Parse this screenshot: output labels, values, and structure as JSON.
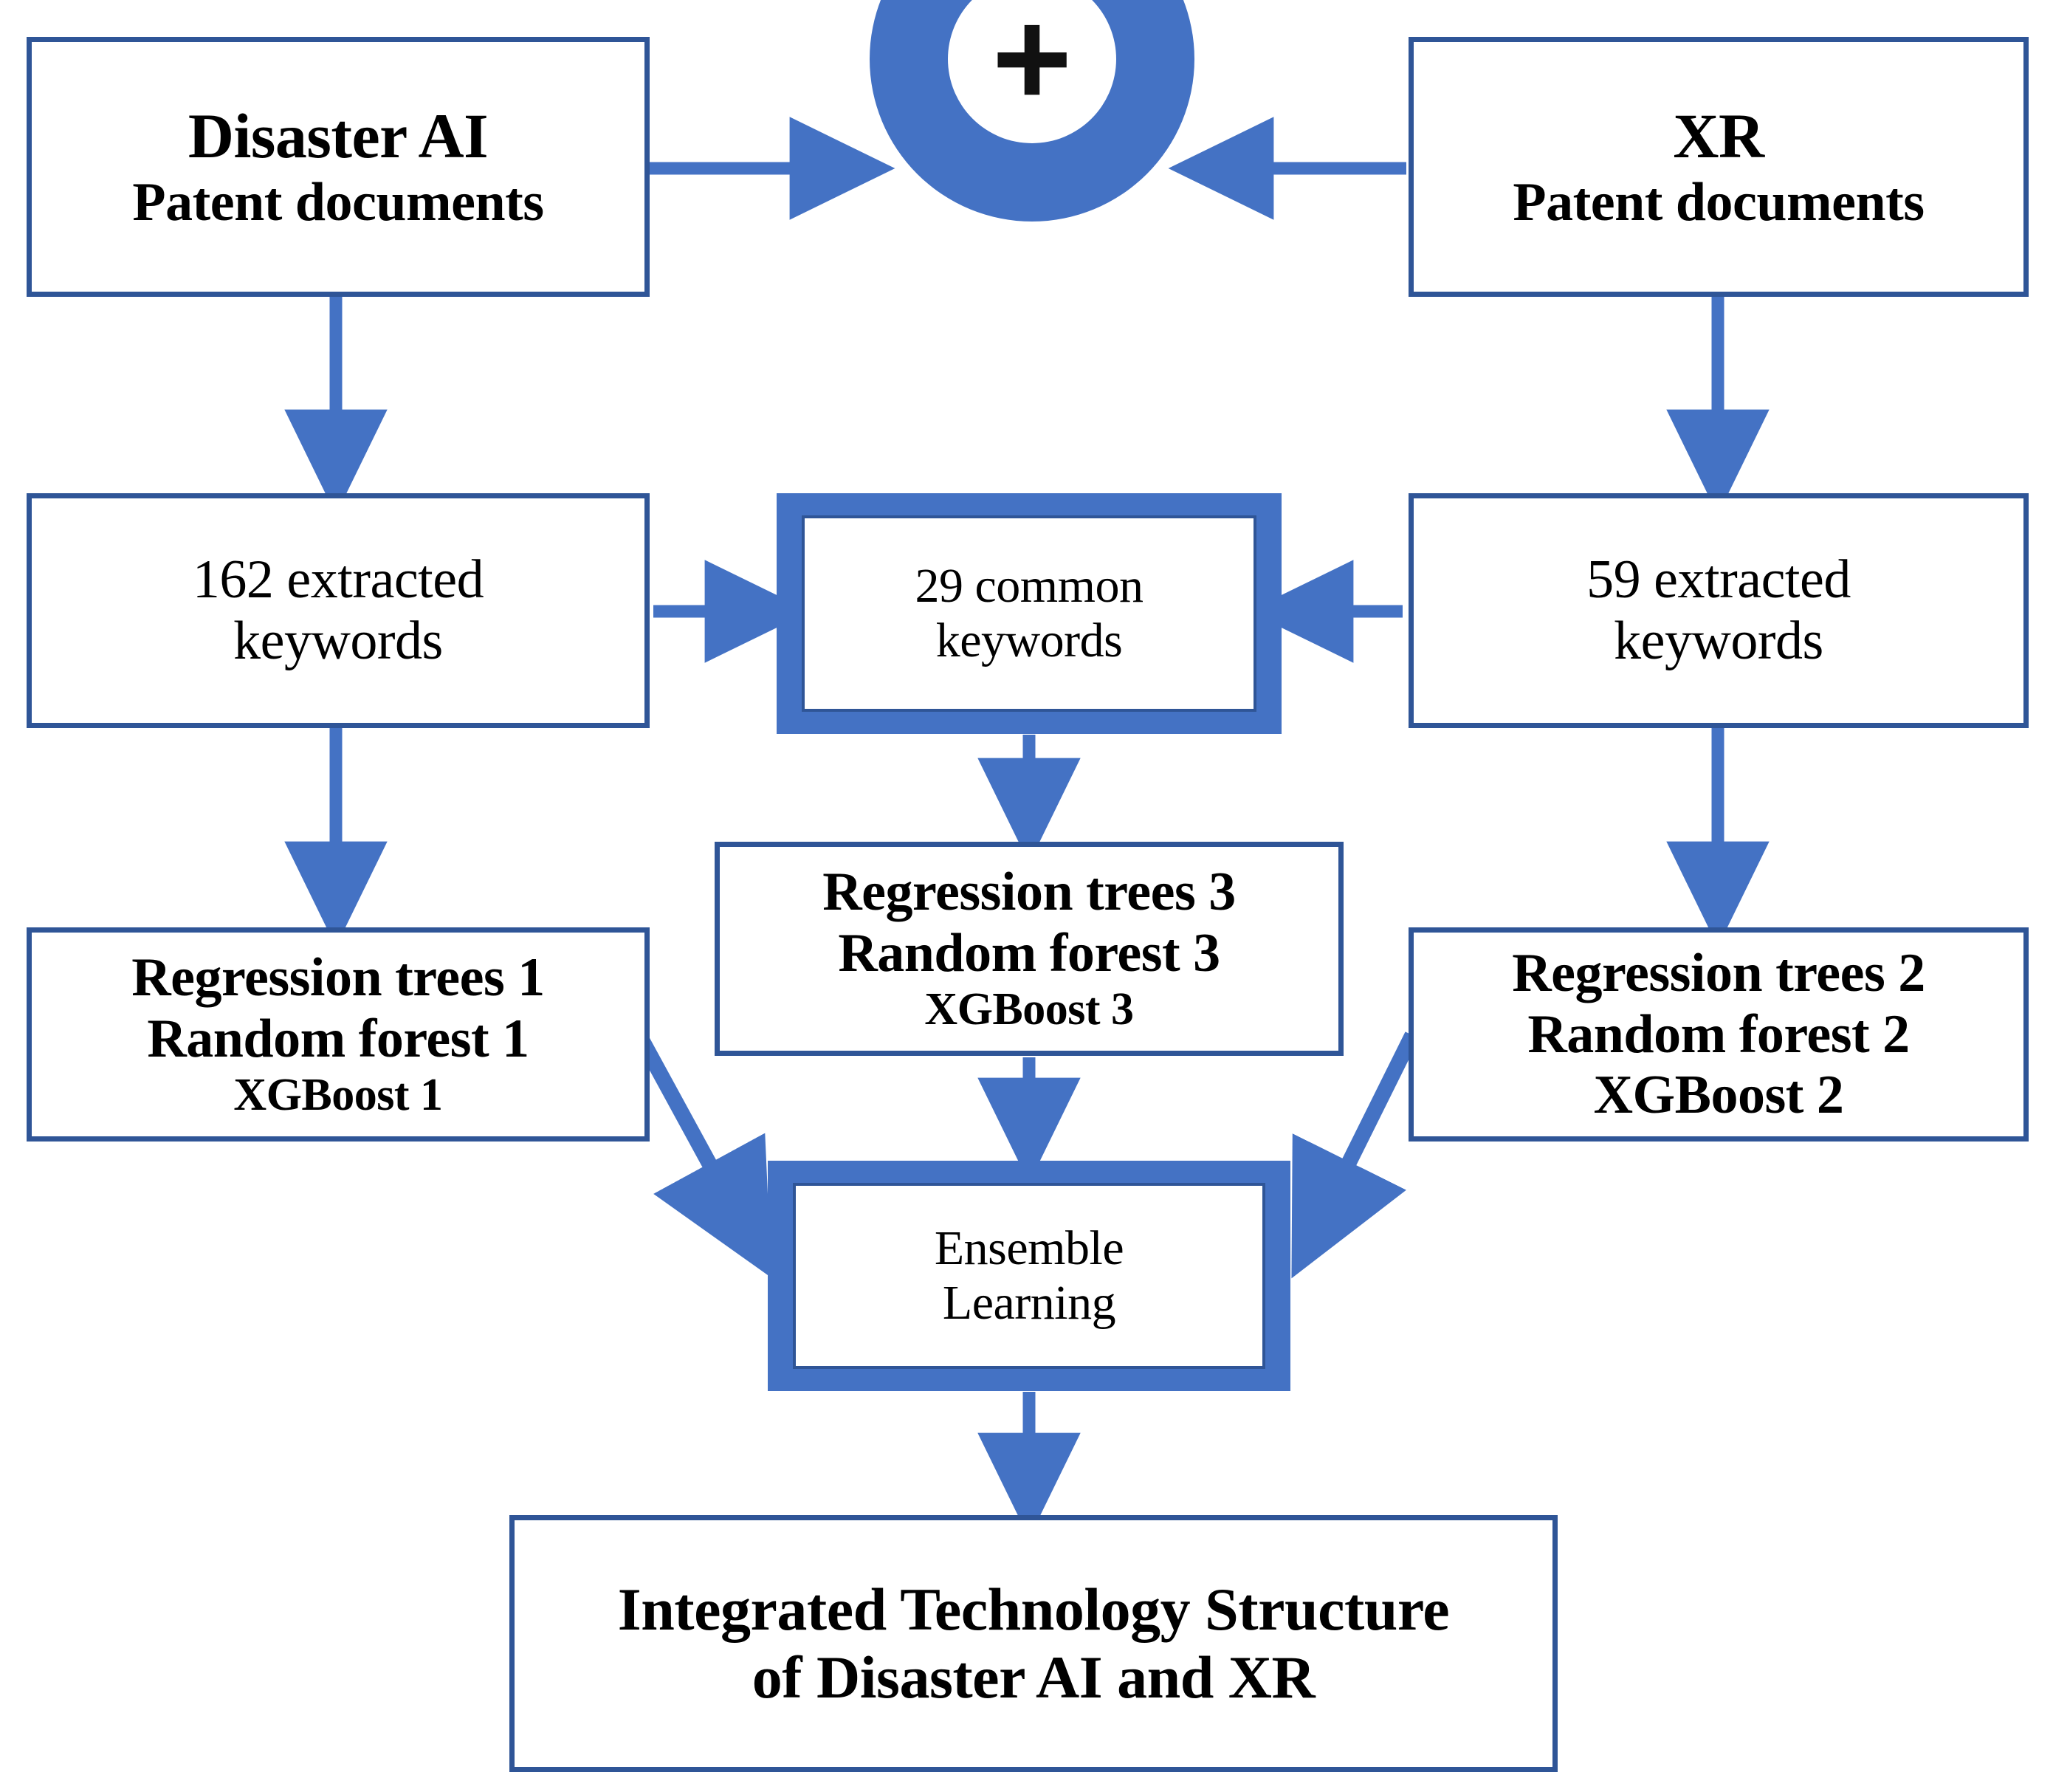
{
  "diagram": {
    "title": "Research framework flow diagram",
    "colors": {
      "accent_fill": "#4472C4",
      "accent_border": "#2F5597",
      "text": "#000000",
      "background": "#FFFFFF"
    },
    "merge_icon": {
      "glyph": "+",
      "name": "plus-icon"
    },
    "nodes": {
      "disaster_ai_source": {
        "line1": "Disaster AI",
        "line2": "Patent documents"
      },
      "xr_source": {
        "line1": "XR",
        "line2": "Patent documents"
      },
      "keywords_left": {
        "line1": "162 extracted",
        "line2": "keywords"
      },
      "keywords_common": {
        "line1": "29 common",
        "line2": "keywords"
      },
      "keywords_right": {
        "line1": "59 extracted",
        "line2": "keywords"
      },
      "models_left": {
        "line1": "Regression trees 1",
        "line2": "Random forest 1",
        "line3": "XGBoost 1"
      },
      "models_center": {
        "line1": "Regression trees 3",
        "line2": "Random forest 3",
        "line3": "XGBoost 3"
      },
      "models_right": {
        "line1": "Regression trees 2",
        "line2": "Random forest 2",
        "line3": "XGBoost 2"
      },
      "ensemble": {
        "line1": "Ensemble",
        "line2": "Learning"
      },
      "result": {
        "line1": "Integrated Technology Structure",
        "line2": "of Disaster AI and XR"
      }
    },
    "edges": [
      {
        "from": "disaster_ai_source",
        "to": "merge_icon",
        "direction": "right"
      },
      {
        "from": "xr_source",
        "to": "merge_icon",
        "direction": "left"
      },
      {
        "from": "disaster_ai_source",
        "to": "keywords_left",
        "direction": "down"
      },
      {
        "from": "xr_source",
        "to": "keywords_right",
        "direction": "down"
      },
      {
        "from": "keywords_left",
        "to": "keywords_common",
        "direction": "right"
      },
      {
        "from": "keywords_right",
        "to": "keywords_common",
        "direction": "left"
      },
      {
        "from": "keywords_left",
        "to": "models_left",
        "direction": "down"
      },
      {
        "from": "keywords_right",
        "to": "models_right",
        "direction": "down"
      },
      {
        "from": "keywords_common",
        "to": "models_center",
        "direction": "down"
      },
      {
        "from": "models_center",
        "to": "ensemble",
        "direction": "down"
      },
      {
        "from": "models_left",
        "to": "ensemble",
        "direction": "diagonal-down-right"
      },
      {
        "from": "models_right",
        "to": "ensemble",
        "direction": "diagonal-down-left"
      },
      {
        "from": "ensemble",
        "to": "result",
        "direction": "down"
      }
    ]
  }
}
